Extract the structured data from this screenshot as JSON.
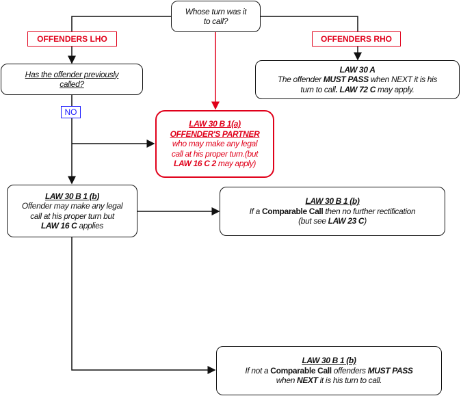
{
  "start": {
    "line1": "Whose turn was it",
    "line2": "to call?"
  },
  "labels": {
    "lho": "OFFENDERS LHO",
    "rho": "OFFENDERS RHO",
    "no": "NO"
  },
  "question": {
    "text1": "Has the offender previously",
    "text2": "called?"
  },
  "law30a": {
    "title": "LAW 30 A",
    "p1": "The offender ",
    "b1": "MUST PASS",
    "p2": " when NEXT it  is his",
    "p3": "turn to call",
    "b2": ". LAW 72 C",
    "p4": " may apply."
  },
  "partner": {
    "title": "LAW 30 B 1(a)",
    "subtitle": "OFFENDER'S PARTNER",
    "line1": "who may make any legal",
    "line2": "call at his proper turn.(but",
    "b1": "LAW 16 C 2",
    "p1": " may apply)"
  },
  "law30b1b": {
    "title": "LAW 30 B 1 (b)",
    "line1": "Offender may make any legal",
    "line2": "call at his proper turn but",
    "b1": "LAW 16 C",
    "p1": " applies"
  },
  "comparable": {
    "title": "LAW 30 B 1 (b)",
    "p1": "If a ",
    "b1": "Comparable Call",
    "p2": " then no further rectification",
    "p3": "(but see ",
    "b2": "LAW 23 C",
    "p4": ")"
  },
  "not_comparable": {
    "title": "LAW 30 B 1 (b)",
    "p1": "If not a ",
    "b1": "Comparable Call",
    "p2": " offenders ",
    "b2": "MUST PASS",
    "p3": "when ",
    "b3": "NEXT",
    "p4": " it is his turn to call."
  },
  "colors": {
    "red": "#e0001a",
    "blue": "#1a1aff",
    "black": "#111111"
  }
}
